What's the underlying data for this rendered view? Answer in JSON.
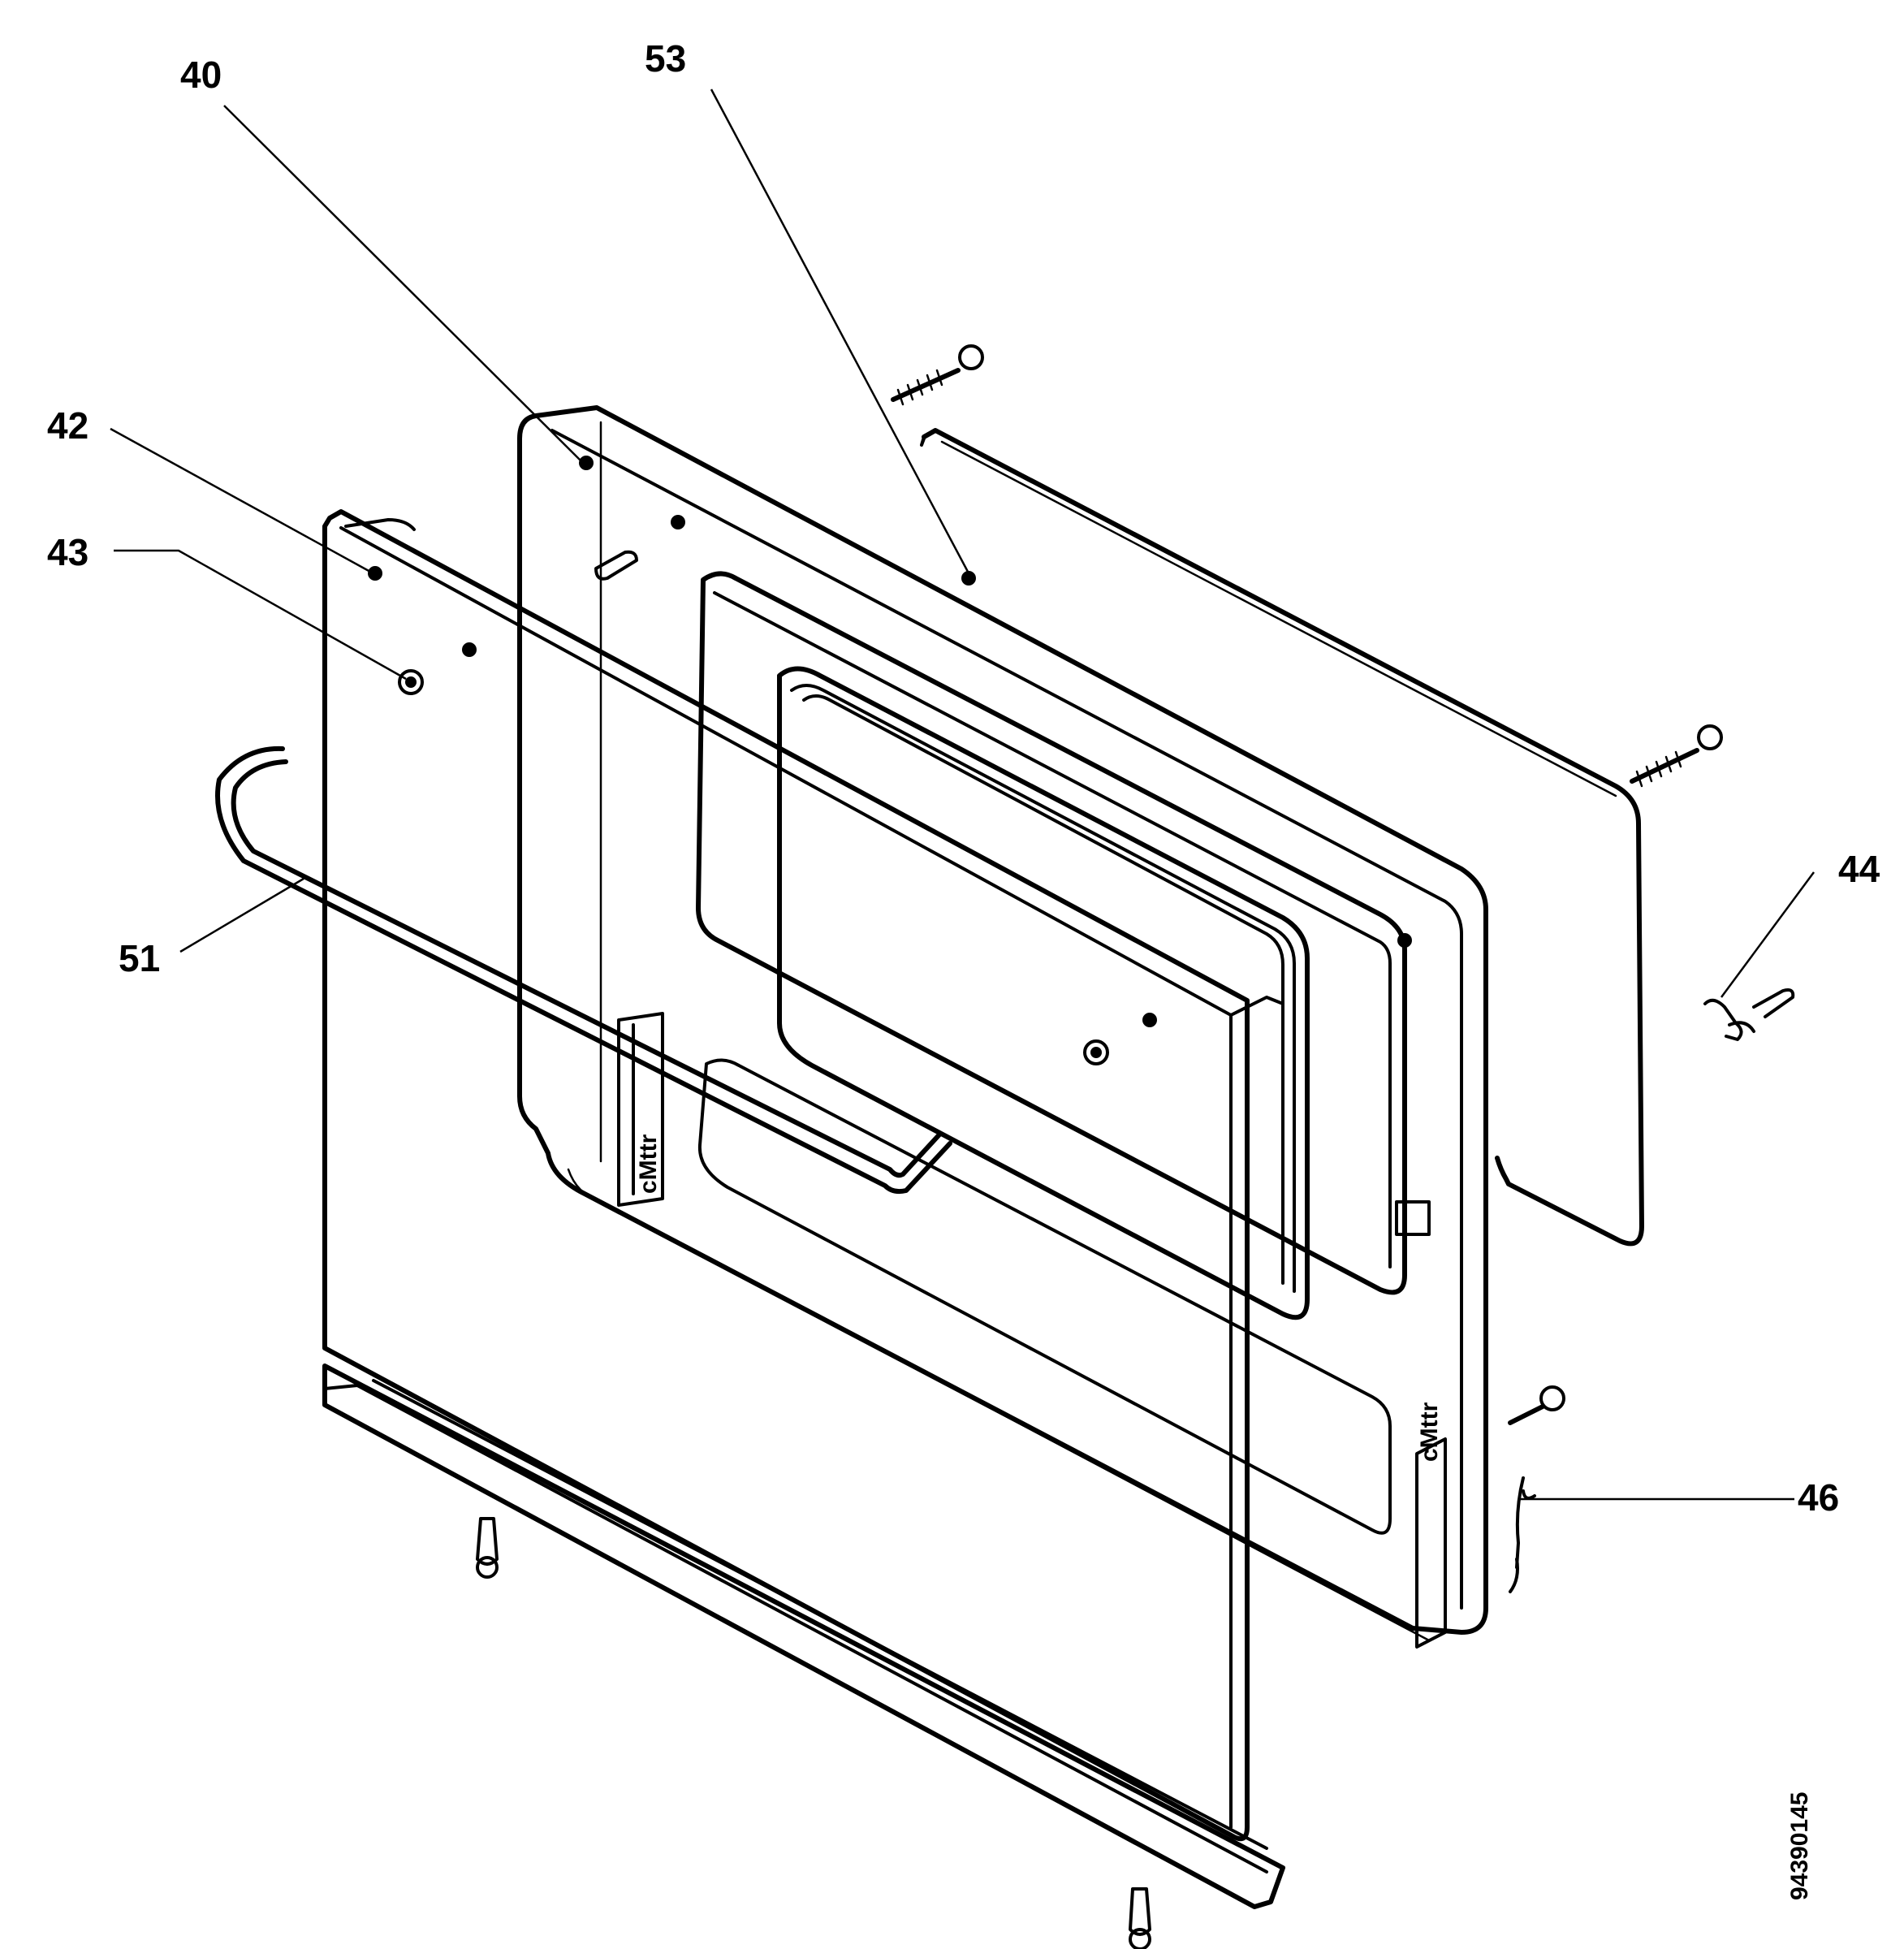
{
  "callouts": [
    {
      "id": "40",
      "label": "40"
    },
    {
      "id": "53",
      "label": "53"
    },
    {
      "id": "42",
      "label": "42"
    },
    {
      "id": "43",
      "label": "43"
    },
    {
      "id": "51",
      "label": "51"
    },
    {
      "id": "44",
      "label": "44"
    },
    {
      "id": "46",
      "label": "46"
    }
  ],
  "drawing_number": "94390145"
}
